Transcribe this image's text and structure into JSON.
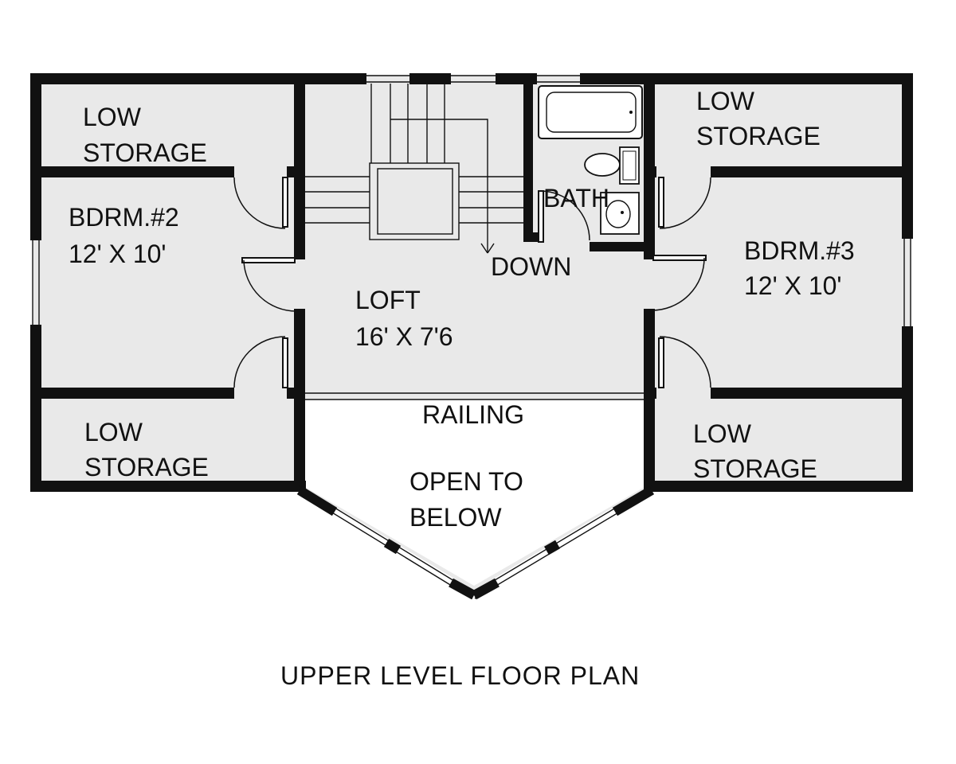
{
  "plan": {
    "title": "UPPER LEVEL FLOOR PLAN",
    "colors": {
      "floor": "#e9e9e9",
      "wall": "#111111",
      "line": "#111111",
      "background": "#ffffff"
    },
    "rooms": {
      "storage_tl": {
        "line1": "LOW",
        "line2": "STORAGE"
      },
      "storage_tr": {
        "line1": "LOW",
        "line2": "STORAGE"
      },
      "storage_bl": {
        "line1": "LOW",
        "line2": "STORAGE"
      },
      "storage_br": {
        "line1": "LOW",
        "line2": "STORAGE"
      },
      "bedroom2": {
        "name": "BDRM.#2",
        "size": "12' X 10'"
      },
      "bedroom3": {
        "name": "BDRM.#3",
        "size": "12' X 10'"
      },
      "loft": {
        "name": "LOFT",
        "size": "16' X 7'6"
      },
      "bath": {
        "name": "BATH"
      },
      "stairs": {
        "label": "DOWN"
      },
      "railing": {
        "label": "RAILING"
      },
      "open": {
        "line1": "OPEN TO",
        "line2": "BELOW"
      }
    }
  }
}
